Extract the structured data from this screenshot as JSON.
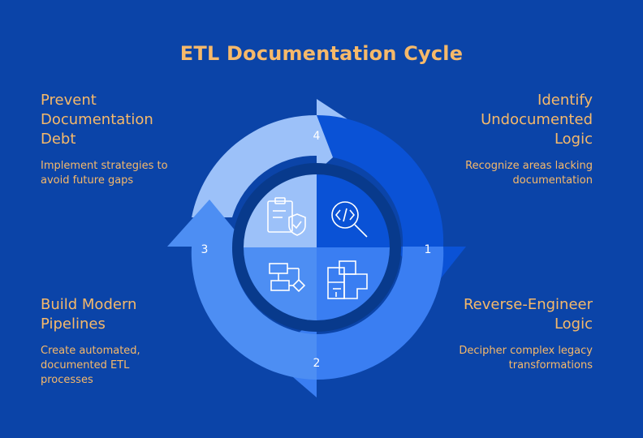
{
  "title": "ETL Documentation Cycle",
  "steps": [
    {
      "number": "1",
      "title": "Identify Undocumented Logic",
      "description": "Recognize areas lacking documentation"
    },
    {
      "number": "2",
      "title": "Reverse-Engineer Logic",
      "description": "Decipher complex legacy transformations"
    },
    {
      "number": "3",
      "title": "Build Modern Pipelines",
      "description": "Create automated, documented ETL processes"
    },
    {
      "number": "4",
      "title": "Prevent Documentation Debt",
      "description": "Implement strategies to avoid future gaps"
    }
  ],
  "center_icons": [
    "code-search-icon",
    "flowchart-icon",
    "checklist-shield-icon",
    "blueprint-icon"
  ],
  "colors": {
    "background": "#0b44a8",
    "text_accent": "#f6b96a",
    "segment_1": "#0a52d6",
    "segment_2": "#3a7ef2",
    "segment_3": "#4d8ef3",
    "segment_4": "#9cc1f9",
    "inner_ring": "#083a8c"
  }
}
